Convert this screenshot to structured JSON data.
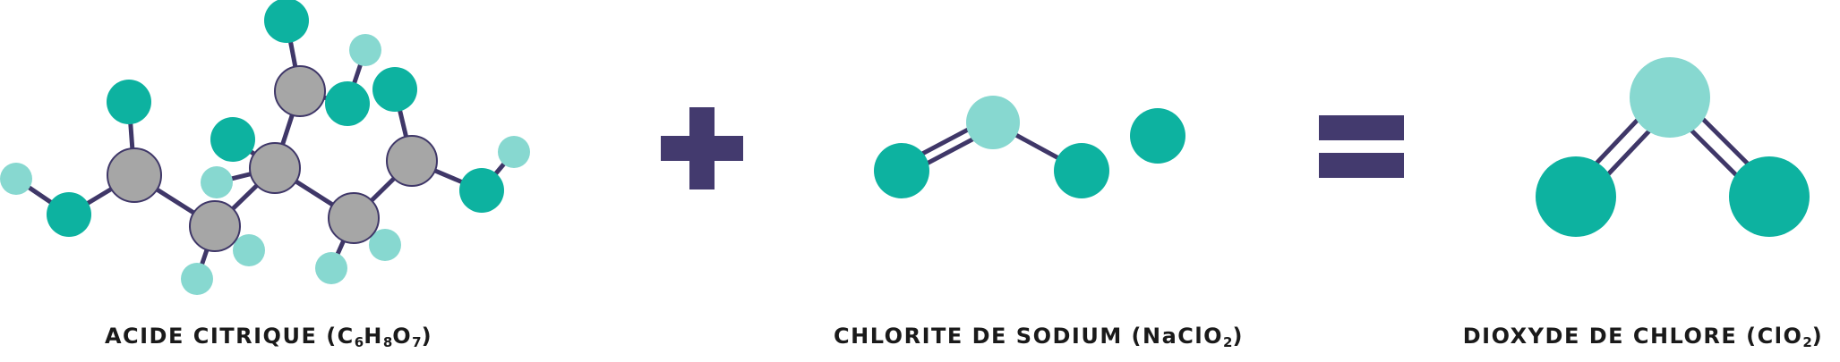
{
  "colors": {
    "bond": "#3f3768",
    "carbon": "#a6a6a6",
    "oxygen": "#0db2a0",
    "hydrogen": "#87d8d0",
    "operator": "#433a6e",
    "atom_outline": "#3f3768"
  },
  "operators": {
    "plus": "plus",
    "equals": "equals"
  },
  "molecules": [
    {
      "id": "citric-acid",
      "label": {
        "parts": [
          {
            "t": "ACIDE CITRIQUE (C"
          },
          {
            "t": "6",
            "sub": true
          },
          {
            "t": "H"
          },
          {
            "t": "8",
            "sub": true
          },
          {
            "t": "O"
          },
          {
            "t": "7",
            "sub": true
          },
          {
            "t": ")"
          }
        ]
      }
    },
    {
      "id": "sodium-chlorite",
      "label": {
        "parts": [
          {
            "t": "CHLORITE DE SODIUM (NaClO"
          },
          {
            "t": "2",
            "sub": true
          },
          {
            "t": ")"
          }
        ]
      }
    },
    {
      "id": "chlorine-dioxide",
      "label": {
        "parts": [
          {
            "t": "DIOXYDE DE CHLORE (ClO"
          },
          {
            "t": "2",
            "sub": true
          },
          {
            "t": ")"
          }
        ]
      }
    }
  ]
}
